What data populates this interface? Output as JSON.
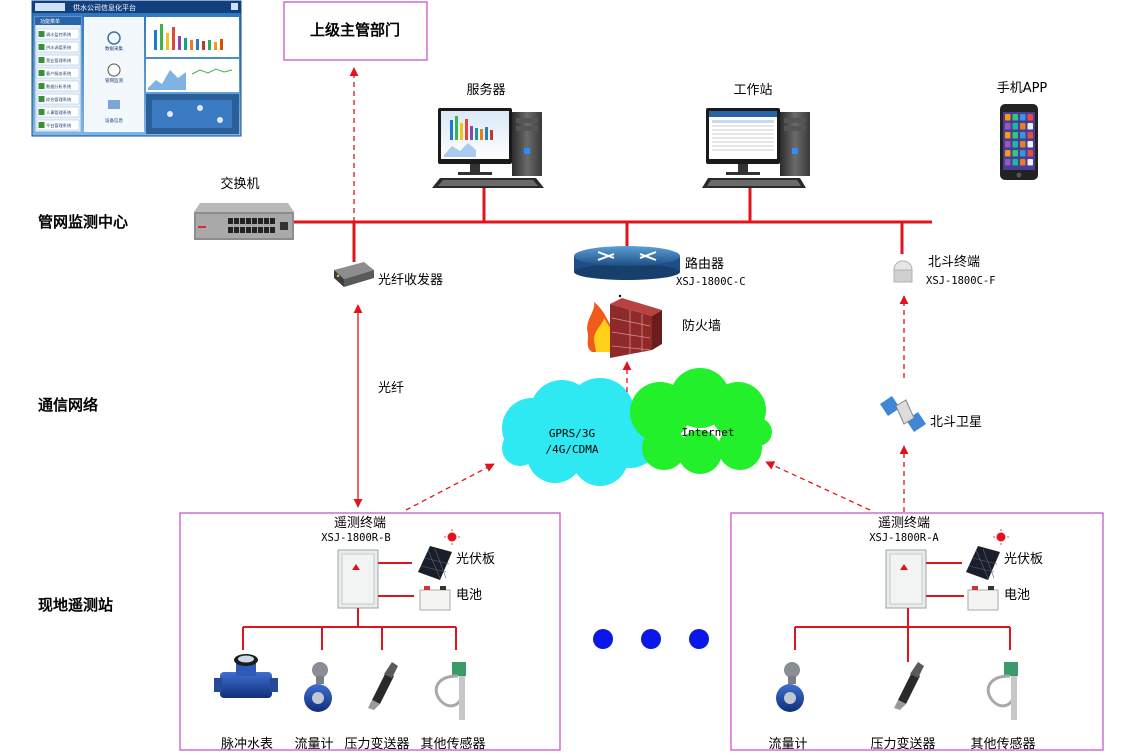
{
  "labels": {
    "upper_dept": "上级主管部门",
    "server": "服务器",
    "workstation": "工作站",
    "phone_app": "手机APP",
    "switch": "交换机",
    "center": "管网监测中心",
    "fiber_transceiver": "光纤收发器",
    "router": "路由器",
    "router_model": "XSJ-1800C-C",
    "beidou_terminal": "北斗终端",
    "beidou_model": "XSJ-1800C-F",
    "firewall": "防火墙",
    "comm_network": "通信网络",
    "fiber": "光纤",
    "gprs_line1": "GPRS/3G",
    "gprs_line2": "/4G/CDMA",
    "internet": "Internet",
    "beidou_satellite": "北斗卫星",
    "field_station": "现地遥测站"
  },
  "stations": [
    {
      "terminal": "遥测终端",
      "model": "XSJ-1800R-B",
      "solar": "光伏板",
      "battery": "电池",
      "sensors": [
        "脉冲水表",
        "流量计",
        "压力变送器",
        "其他传感器"
      ]
    },
    {
      "terminal": "遥测终端",
      "model": "XSJ-1800R-A",
      "solar": "光伏板",
      "battery": "电池",
      "sensors": [
        "流量计",
        "压力变送器",
        "其他传感器"
      ]
    }
  ],
  "software_window": {
    "title": "供水公司信息化平台",
    "menu_title": "功能菜单",
    "menu": [
      "调水监控系统",
      "供水调度系统",
      "营业管理系统",
      "客户服务系统",
      "数据分析系统",
      "综合管理系统",
      "人事管理系统",
      "平台管理系统"
    ],
    "tiles": [
      "数据采集",
      "管网监测",
      "设备信息"
    ]
  },
  "colors": {
    "network_line": "#e0141c",
    "station_border": "#c34bc9",
    "cloud_cyan": "#2ee8f2",
    "cloud_green": "#22f02a",
    "dot_blue": "#0b17e6"
  },
  "icons": [
    "software-window-icon",
    "server-computer-icon",
    "workstation-computer-icon",
    "smartphone-icon",
    "network-switch-icon",
    "fiber-transceiver-icon",
    "router-icon",
    "firewall-icon",
    "beidou-antenna-icon",
    "satellite-icon",
    "control-cabinet-icon",
    "solar-panel-icon",
    "battery-icon",
    "status-led-icon",
    "water-meter-icon",
    "flow-meter-icon",
    "pressure-transmitter-icon",
    "other-sensor-icon"
  ]
}
